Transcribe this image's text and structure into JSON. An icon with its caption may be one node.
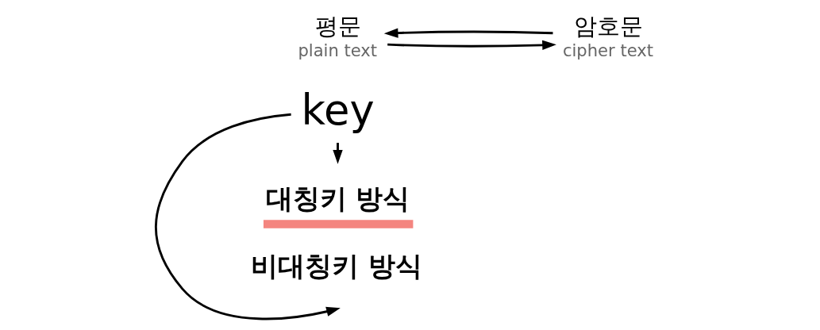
{
  "diagram": {
    "nodes": [
      {
        "text": [
          "key"
        ]
      },
      {
        "text": [
          "평문",
          "plain text"
        ]
      },
      {
        "text": [
          "암호문",
          "cipher text"
        ]
      }
    ],
    "edges": [
      {
        "from": 1,
        "to": 2,
        "arrow": "to"
      },
      {
        "from": 2,
        "to": 1,
        "arrow": "to"
      },
      {
        "from": 0,
        "to": null,
        "arrow": "to"
      },
      {
        "from": 0,
        "to": null,
        "arrow": "to"
      }
    ],
    "labels": [
      "대칭키 방식",
      "비대칭키 방식"
    ]
  }
}
